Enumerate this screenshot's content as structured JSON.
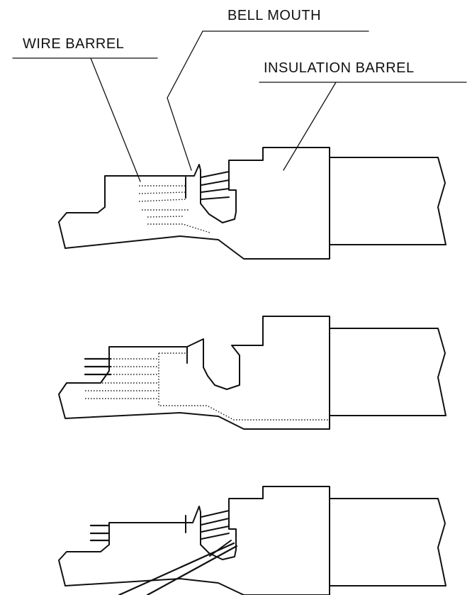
{
  "labels": {
    "bell_mouth": "BELL MOUTH",
    "wire_barrel": "WIRE BARREL",
    "insulation_barrel": "INSULATION BARREL"
  },
  "colors": {
    "line": "#111111",
    "background": "#ffffff"
  }
}
